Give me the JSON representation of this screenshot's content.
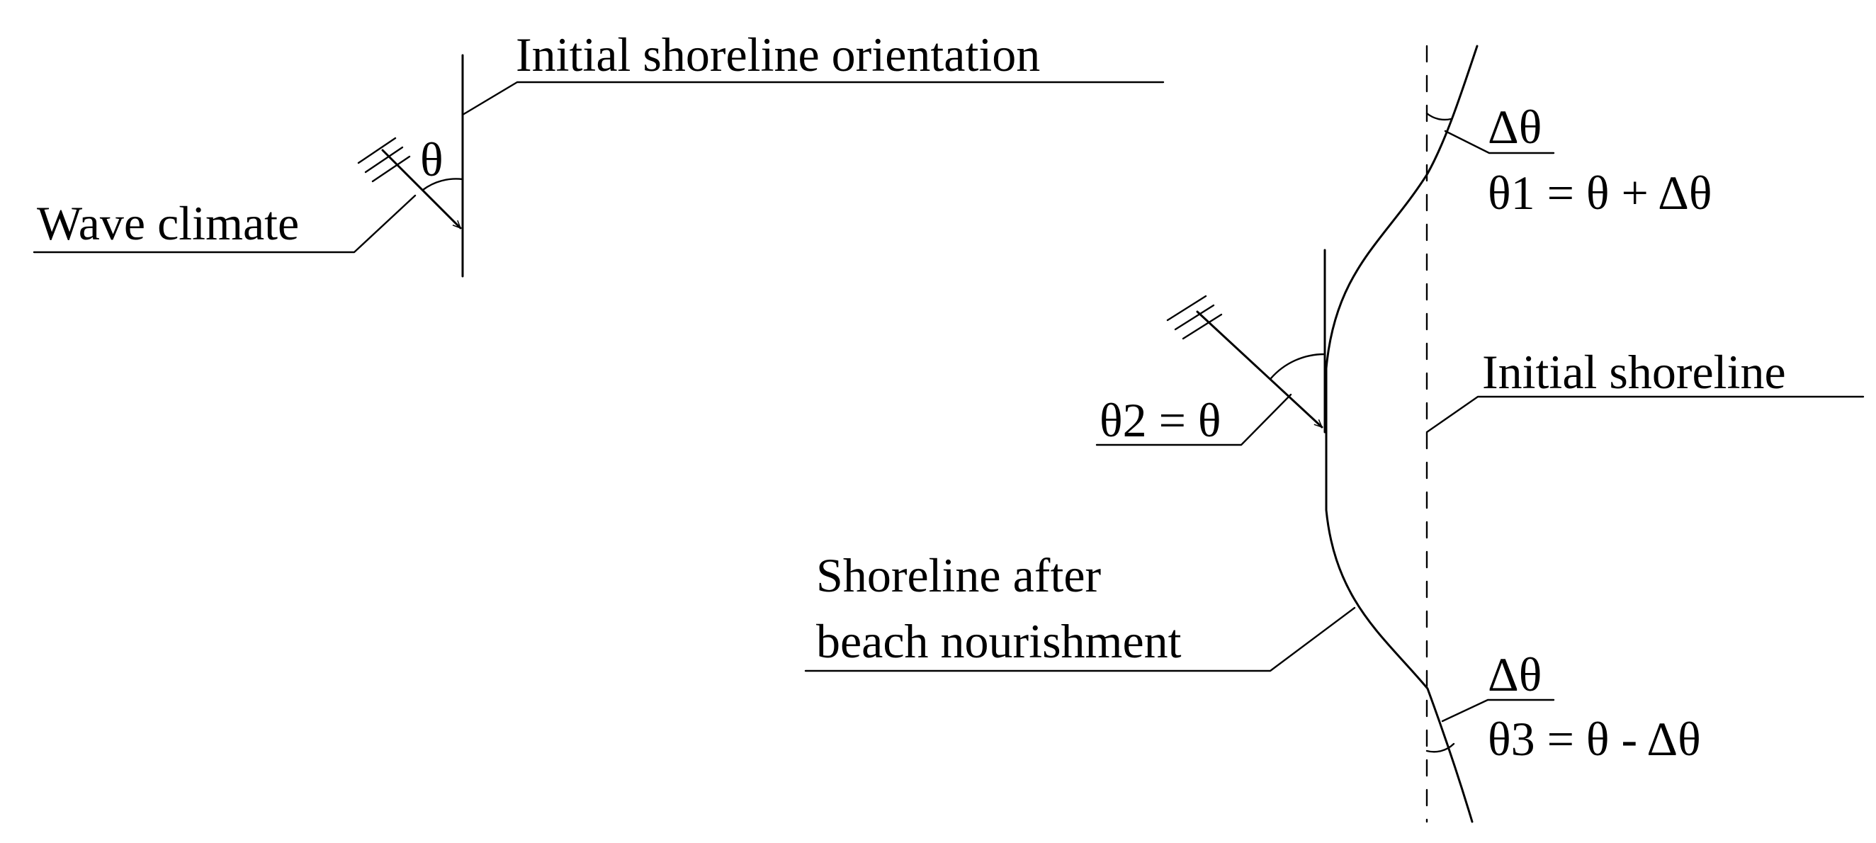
{
  "diagram": {
    "labels": {
      "initial_orientation": "Initial shoreline orientation",
      "theta": "θ",
      "wave_climate": "Wave climate",
      "delta_theta_top": "Δθ",
      "theta1": "θ1 = θ + Δθ",
      "initial_shoreline": "Initial shoreline",
      "theta2": "θ2 = θ",
      "shoreline_after_line1": "Shoreline after",
      "shoreline_after_line2": "beach nourishment",
      "delta_theta_bottom": "Δθ",
      "theta3": "θ3 = θ - Δθ"
    },
    "colors": {
      "stroke": "#000000",
      "background": "#ffffff"
    }
  }
}
